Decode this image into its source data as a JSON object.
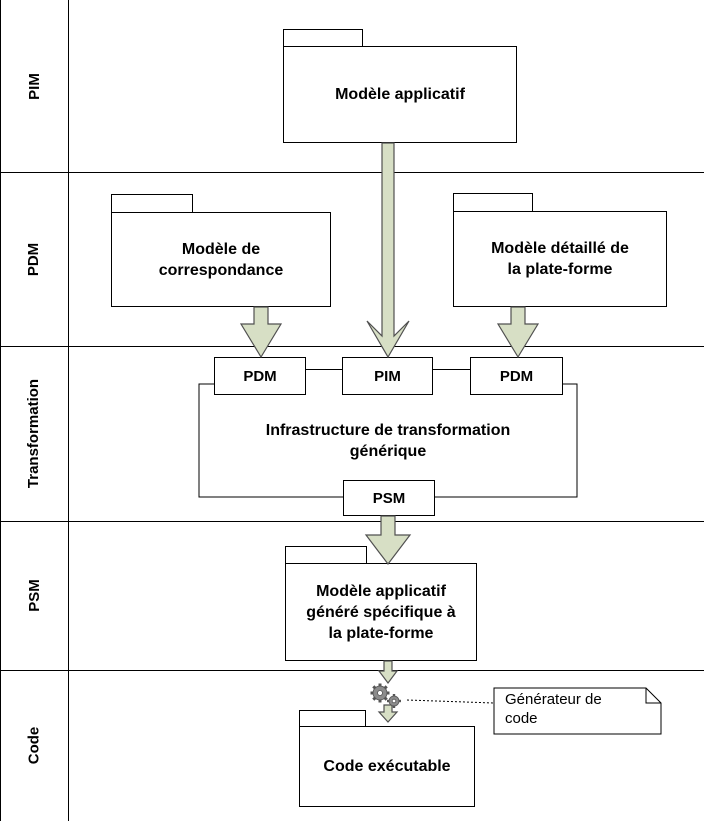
{
  "lanes": {
    "pim": "PIM",
    "pdm": "PDM",
    "transformation": "Transformation",
    "psm": "PSM",
    "code": "Code"
  },
  "packages": {
    "modele_applicatif": "Modèle applicatif",
    "correspondance": [
      "Modèle de",
      "correspondance"
    ],
    "plateforme": [
      "Modèle détaillé de",
      "la plate-forme"
    ],
    "genere": [
      "Modèle applicatif",
      "généré spécifique à",
      "la plate-forme"
    ],
    "code_executable": "Code exécutable"
  },
  "transformation": {
    "port_left": "PDM",
    "port_mid": "PIM",
    "port_right": "PDM",
    "port_out": "PSM",
    "title": [
      "Infrastructure de transformation",
      "générique"
    ]
  },
  "note": {
    "text": [
      "Générateur de",
      "code"
    ]
  },
  "colors": {
    "arrow_fill": "#d7dfc5",
    "arrow_stroke": "#505050",
    "gear": "#8c8c8c"
  }
}
